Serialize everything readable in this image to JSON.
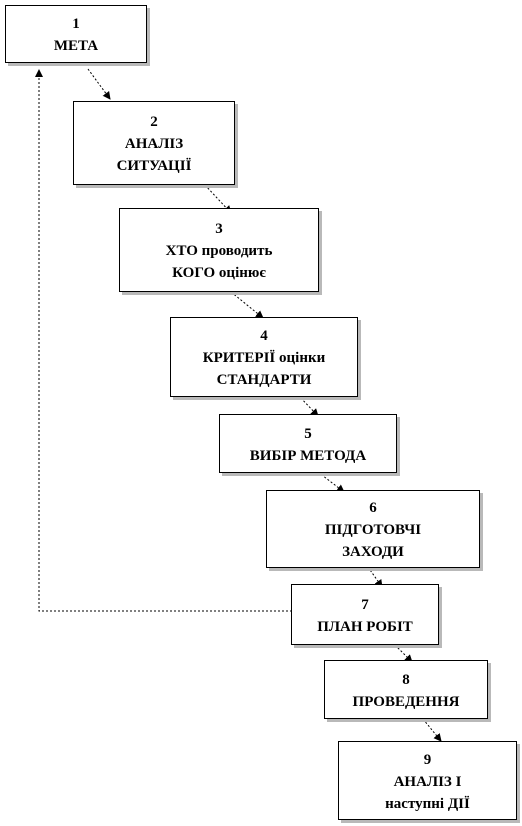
{
  "steps": [
    {
      "number": "1",
      "lines": [
        "МЕТА"
      ]
    },
    {
      "number": "2",
      "lines": [
        "АНАЛІЗ",
        "СИТУАЦІЇ"
      ]
    },
    {
      "number": "3",
      "lines": [
        "ХТО проводить",
        "КОГО оцінює"
      ]
    },
    {
      "number": "4",
      "lines": [
        "КРИТЕРІЇ оцінки",
        "СТАНДАРТИ"
      ]
    },
    {
      "number": "5",
      "lines": [
        "ВИБІР МЕТОДА"
      ]
    },
    {
      "number": "6",
      "lines": [
        "ПІДГОТОВЧІ",
        "ЗАХОДИ"
      ]
    },
    {
      "number": "7",
      "lines": [
        "ПЛАН РОБІТ"
      ]
    },
    {
      "number": "8",
      "lines": [
        "ПРОВЕДЕННЯ"
      ]
    },
    {
      "number": "9",
      "lines": [
        "АНАЛІЗ І",
        "наступні ДІЇ"
      ]
    }
  ]
}
